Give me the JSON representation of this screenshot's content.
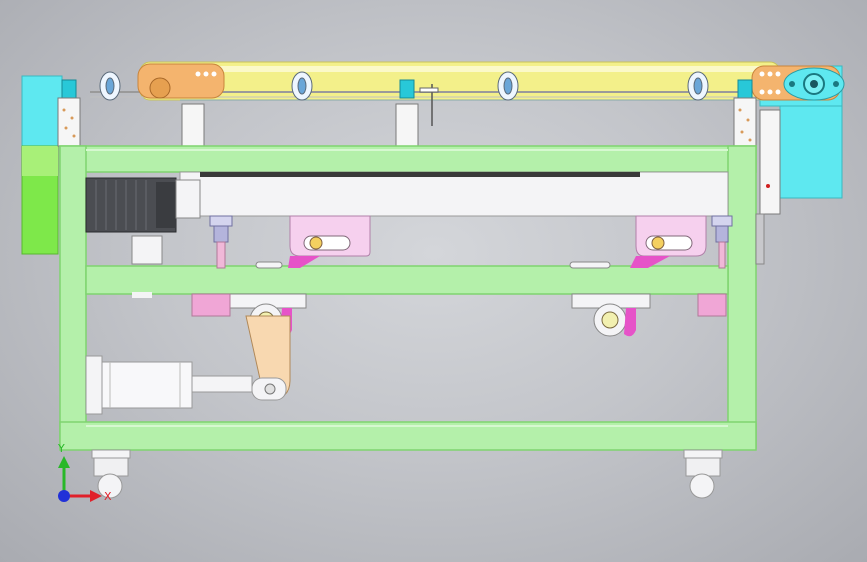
{
  "view": {
    "kind": "cad-assembly-front-view",
    "background_color": "#c5c7cc"
  },
  "colors": {
    "frame_green": "#b4f0aa",
    "frame_green_edge": "#7fd46f",
    "bright_green": "#7ee84a",
    "cyan": "#5ee8f0",
    "belt_yellow": "#f3f08a",
    "orange_plate": "#f4b46e",
    "pink": "#f0a6d6",
    "magenta": "#e653c8",
    "motor_dark": "#4b4d52",
    "white_part": "#f4f4f6"
  },
  "triad": {
    "x_label": "X",
    "y_label": "Y",
    "x_color": "#e0202a",
    "y_color": "#28b828",
    "z_color": "#2030d8"
  },
  "icons": {
    "axis_triad": "coordinate-triad-icon"
  }
}
